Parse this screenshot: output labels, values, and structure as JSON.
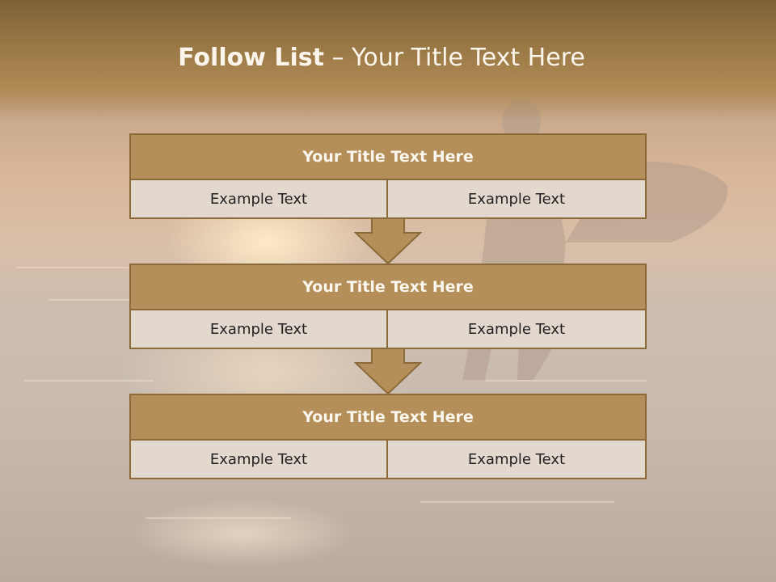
{
  "slide": {
    "title_bold": "Follow List",
    "title_rest": " – Your Title Text Here"
  },
  "steps": [
    {
      "title": "Your Title Text Here",
      "left": "Example Text",
      "right": "Example Text"
    },
    {
      "title": "Your Title Text Here",
      "left": "Example Text",
      "right": "Example Text"
    },
    {
      "title": "Your Title Text Here",
      "left": "Example Text",
      "right": "Example Text"
    }
  ],
  "colors": {
    "header_band": "#987744",
    "step_title_fill": "#b58f5a",
    "step_border": "#8b6a39",
    "cell_fill": "#e3d8cd",
    "arrow_fill": "#b58f5a"
  },
  "icons": {
    "connector": "down-arrow-icon"
  }
}
